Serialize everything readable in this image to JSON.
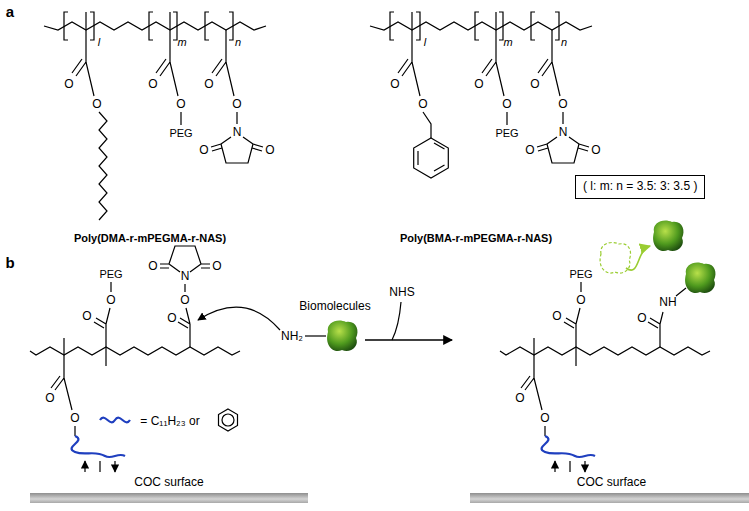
{
  "diagram": {
    "nodes": [
      {
        "text": [
          "( l: m: n = 3.5: 3: 3.5 )"
        ]
      },
      {
        "text": [
          "COC surface"
        ]
      },
      {
        "text": [
          "COC surface"
        ]
      }
    ],
    "labels": [
      "a",
      "l",
      "m",
      "n",
      "O",
      "O",
      "O",
      "O",
      "PEG",
      "O",
      "O",
      "N",
      "O",
      "O",
      "Poly(DMA-r-mPEGMA-r-NAS)",
      "l",
      "m",
      "n",
      "O",
      "O",
      "O",
      "O",
      "PEG",
      "O",
      "O",
      "N",
      "O",
      "O",
      "Poly(BMA-r-mPEGMA-r-NAS)",
      "b",
      "O",
      "N",
      "O",
      "O",
      "O",
      "PEG",
      "O",
      "O",
      "O",
      "O",
      "Biomolecules",
      "NH₂",
      "NHS",
      "= C₁₁H₂₃ or",
      "PEG",
      "O",
      "O",
      "O",
      "NH",
      "O",
      "O"
    ]
  }
}
